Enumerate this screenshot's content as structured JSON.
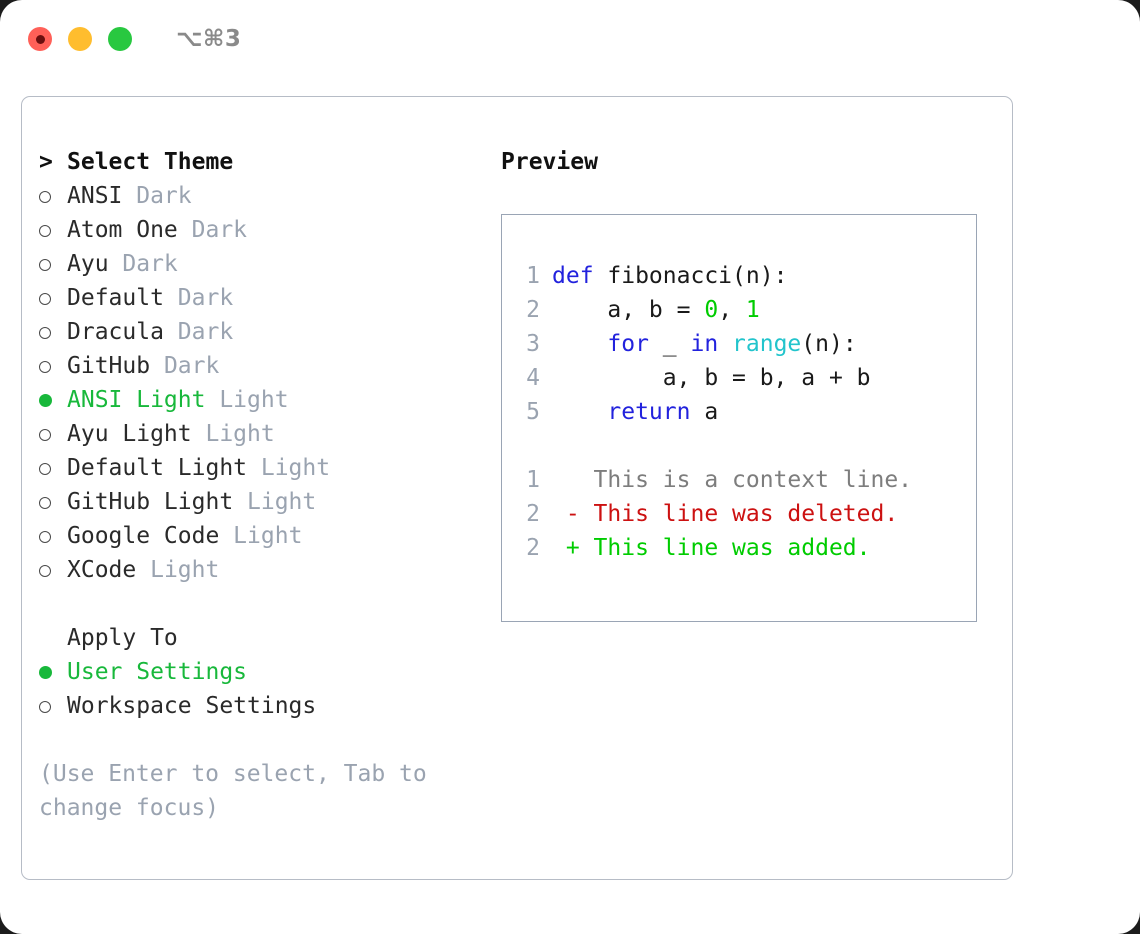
{
  "titlebar": {
    "shortcut": "⌥⌘3",
    "lights": {
      "close_label": "close",
      "minimize_label": "minimize",
      "maximize_label": "maximize"
    }
  },
  "theme_list": {
    "header": {
      "marker": ">",
      "label": "Select Theme"
    },
    "items": [
      {
        "marker": "○",
        "selected": false,
        "label": "ANSI",
        "suffix": "Dark"
      },
      {
        "marker": "○",
        "selected": false,
        "label": "Atom One",
        "suffix": "Dark"
      },
      {
        "marker": "○",
        "selected": false,
        "label": "Ayu",
        "suffix": "Dark"
      },
      {
        "marker": "○",
        "selected": false,
        "label": "Default",
        "suffix": "Dark"
      },
      {
        "marker": "○",
        "selected": false,
        "label": "Dracula",
        "suffix": "Dark"
      },
      {
        "marker": "○",
        "selected": false,
        "label": "GitHub",
        "suffix": "Dark"
      },
      {
        "marker": "●",
        "selected": true,
        "label": "ANSI Light",
        "suffix": "Light"
      },
      {
        "marker": "○",
        "selected": false,
        "label": "Ayu Light",
        "suffix": "Light"
      },
      {
        "marker": "○",
        "selected": false,
        "label": "Default Light",
        "suffix": "Light"
      },
      {
        "marker": "○",
        "selected": false,
        "label": "GitHub Light",
        "suffix": "Light"
      },
      {
        "marker": "○",
        "selected": false,
        "label": "Google Code",
        "suffix": "Light"
      },
      {
        "marker": "○",
        "selected": false,
        "label": "XCode",
        "suffix": "Light"
      }
    ]
  },
  "apply_to": {
    "header": "Apply To",
    "items": [
      {
        "marker": "●",
        "selected": true,
        "label": "User Settings"
      },
      {
        "marker": "○",
        "selected": false,
        "label": "Workspace Settings"
      }
    ]
  },
  "hint": "(Use Enter to select, Tab to change focus)",
  "preview": {
    "title": "Preview",
    "code_lines": [
      {
        "num": "1",
        "tokens": [
          {
            "t": "def",
            "c": "kw"
          },
          {
            "t": " fibonacci",
            "c": "id"
          },
          {
            "t": "(n):",
            "c": "id"
          }
        ]
      },
      {
        "num": "2",
        "tokens": [
          {
            "t": "    a, b = ",
            "c": "id"
          },
          {
            "t": "0",
            "c": "num"
          },
          {
            "t": ", ",
            "c": "id"
          },
          {
            "t": "1",
            "c": "num"
          }
        ]
      },
      {
        "num": "3",
        "tokens": [
          {
            "t": "    ",
            "c": "id"
          },
          {
            "t": "for",
            "c": "kw"
          },
          {
            "t": " _ ",
            "c": "id"
          },
          {
            "t": "in",
            "c": "kw"
          },
          {
            "t": " ",
            "c": "id"
          },
          {
            "t": "range",
            "c": "fn"
          },
          {
            "t": "(n):",
            "c": "id"
          }
        ]
      },
      {
        "num": "4",
        "tokens": [
          {
            "t": "        a, b = b, a + b",
            "c": "id"
          }
        ]
      },
      {
        "num": "5",
        "tokens": [
          {
            "t": "    ",
            "c": "id"
          },
          {
            "t": "return",
            "c": "kw"
          },
          {
            "t": " a",
            "c": "id"
          }
        ]
      }
    ],
    "diff_lines": [
      {
        "num": "1",
        "sign": "  ",
        "text": "This is a context line.",
        "kind": "ctx"
      },
      {
        "num": "2",
        "sign": "- ",
        "text": "This line was deleted.",
        "kind": "del"
      },
      {
        "num": "2",
        "sign": "+ ",
        "text": "This line was added.",
        "kind": "add"
      }
    ]
  },
  "colors": {
    "accent_green": "#18b83b",
    "muted": "#9aa3b0",
    "keyword": "#2222dd",
    "number": "#00cc00",
    "builtin": "#22c4cc",
    "diff_delete": "#cc1111",
    "diff_add": "#00cc00",
    "panel_border": "#b6bcc6",
    "preview_border": "#9aa5b5"
  }
}
